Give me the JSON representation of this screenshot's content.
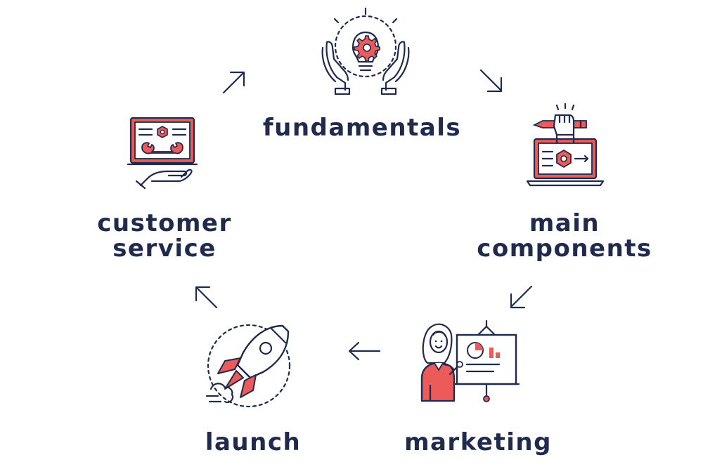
{
  "diagram": {
    "colors": {
      "navy": "#1f2a4d",
      "accent": "#ec5a5a",
      "background": "#ffffff"
    },
    "steps": [
      {
        "id": "fundamentals",
        "label": [
          "fundamentals"
        ],
        "icon": "lightbulb-gear-hands-icon"
      },
      {
        "id": "main-components",
        "label": [
          "main",
          "components"
        ],
        "icon": "laptop-pencil-gear-icon"
      },
      {
        "id": "marketing",
        "label": [
          "marketing"
        ],
        "icon": "presenter-chart-board-icon"
      },
      {
        "id": "launch",
        "label": [
          "launch"
        ],
        "icon": "rocket-icon"
      },
      {
        "id": "customer-service",
        "label": [
          "customer",
          "service"
        ],
        "icon": "laptop-wrench-hand-icon"
      }
    ],
    "arrows": [
      {
        "from": "fundamentals",
        "to": "main-components",
        "icon": "arrow-down-right-icon"
      },
      {
        "from": "main-components",
        "to": "marketing",
        "icon": "arrow-down-left-icon"
      },
      {
        "from": "marketing",
        "to": "launch",
        "icon": "arrow-left-icon"
      },
      {
        "from": "launch",
        "to": "customer-service",
        "icon": "arrow-up-left-icon"
      },
      {
        "from": "customer-service",
        "to": "fundamentals",
        "icon": "arrow-up-right-icon"
      }
    ]
  }
}
